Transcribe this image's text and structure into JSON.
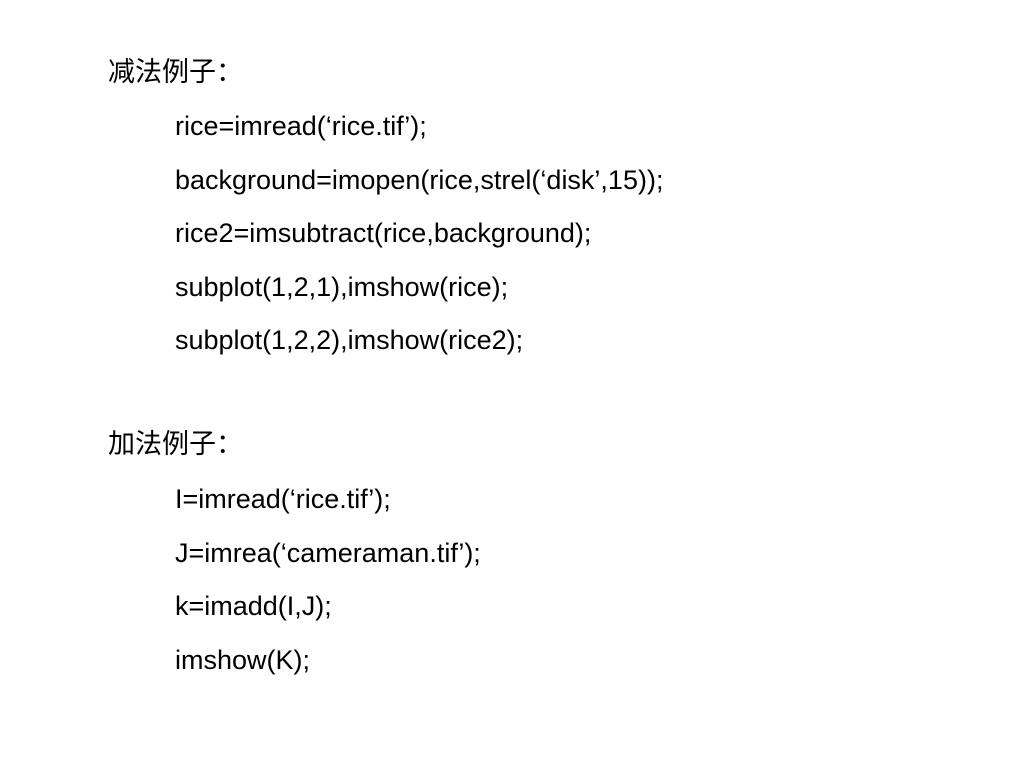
{
  "subtraction": {
    "heading": "减法例子：",
    "lines": [
      "rice=imread(‘rice.tif’);",
      "background=imopen(rice,strel(‘disk’,15));",
      "rice2=imsubtract(rice,background);",
      "subplot(1,2,1),imshow(rice);",
      "subplot(1,2,2),imshow(rice2);"
    ]
  },
  "addition": {
    "heading": "加法例子：",
    "lines": [
      "I=imread(‘rice.tif’);",
      "J=imrea(‘cameraman.tif’);",
      "k=imadd(I,J);",
      "imshow(K);"
    ]
  }
}
